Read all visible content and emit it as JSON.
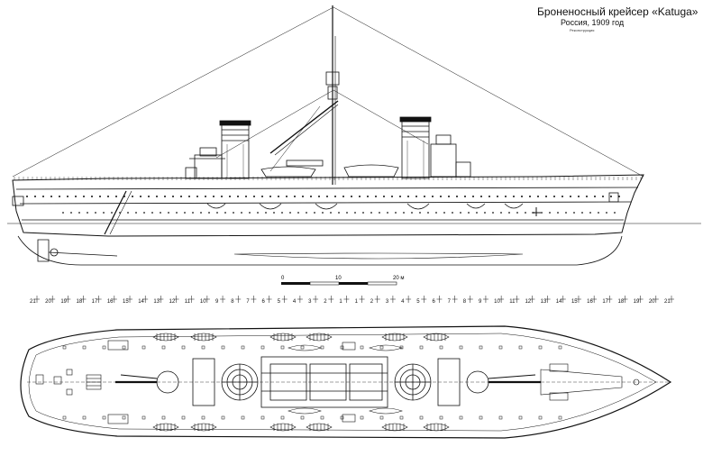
{
  "title": "Броненосный крейсер «Katuga»",
  "subtitle": "Россия, 1909 год",
  "note": "Реконструкция",
  "scale": {
    "labels": [
      "0",
      "10",
      "20 м"
    ]
  },
  "frame_numbers": [
    "21",
    "20",
    "19",
    "18",
    "17",
    "16",
    "15",
    "14",
    "13",
    "12",
    "11",
    "10",
    "9",
    "8",
    "7",
    "6",
    "5",
    "4",
    "3",
    "2",
    "1",
    "1",
    "2",
    "3",
    "4",
    "5",
    "6",
    "7",
    "8",
    "9",
    "10",
    "11",
    "12",
    "13",
    "14",
    "15",
    "16",
    "17",
    "18",
    "19",
    "20",
    "21"
  ],
  "colors": {
    "ink": "#111111",
    "paper": "#ffffff",
    "hatch": "#555555"
  }
}
